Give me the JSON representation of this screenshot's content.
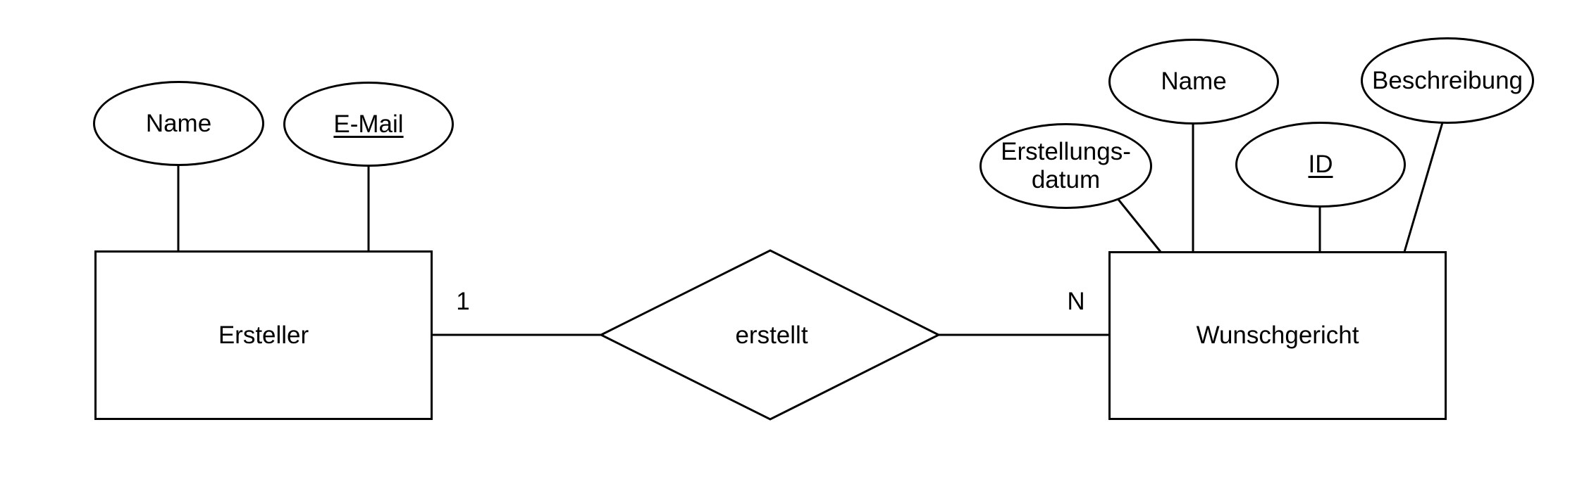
{
  "colors": {
    "background": "#ffffff",
    "stroke": "#000000",
    "text": "#000000"
  },
  "entities": {
    "ersteller": {
      "label": "Ersteller"
    },
    "wunschgericht": {
      "label": "Wunschgericht"
    }
  },
  "relationship": {
    "label": "erstellt",
    "left_cardinality": "1",
    "right_cardinality": "N"
  },
  "attributes": {
    "ersteller_name": {
      "label": "Name",
      "is_key": false
    },
    "ersteller_email": {
      "label": "E-Mail",
      "is_key": true
    },
    "wunschgericht_erstellungsdatum": {
      "label": "Erstellungs-\ndatum",
      "is_key": false
    },
    "wunschgericht_name": {
      "label": "Name",
      "is_key": false
    },
    "wunschgericht_id": {
      "label": "ID",
      "is_key": true
    },
    "wunschgericht_beschreibung": {
      "label": "Beschreibung",
      "is_key": false
    }
  }
}
